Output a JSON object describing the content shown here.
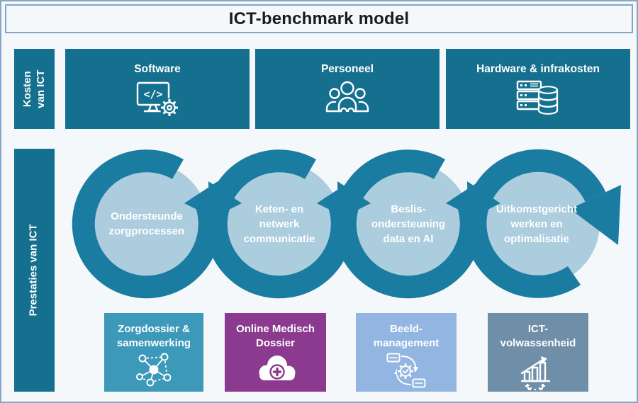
{
  "title": "ICT-benchmark model",
  "rows": {
    "kosten": {
      "label": "Kosten van ICT"
    },
    "prestaties": {
      "label": "Prestaties van ICT"
    }
  },
  "cost_boxes": [
    {
      "label": "Software",
      "icon": "monitor-code-gear-icon"
    },
    {
      "label": "Personeel",
      "icon": "people-group-icon"
    },
    {
      "label": "Hardware & infrakosten",
      "icon": "server-database-icon"
    }
  ],
  "cycles": [
    {
      "label": "Ondersteunde zorgprocessen"
    },
    {
      "label": "Keten- en netwerk communicatie"
    },
    {
      "label": "Beslis-ondersteuning data en AI"
    },
    {
      "label": "Uitkomstgericht werken en optimalisatie"
    }
  ],
  "performance_boxes": [
    {
      "label": "Zorgdossier & samenwerking",
      "color": "#3C99B9",
      "icon": "network-nodes-icon"
    },
    {
      "label": "Online Medisch Dossier",
      "color": "#8B3A8F",
      "icon": "medical-cloud-icon"
    },
    {
      "label": "Beeld-management",
      "color": "#92B6E1",
      "icon": "process-gear-icon"
    },
    {
      "label": "ICT-volwassenheid",
      "color": "#6F8FA9",
      "icon": "growth-chart-gear-icon"
    }
  ],
  "colors": {
    "teal_dark": "#15708F",
    "cycle_ring": "#1A7CA0",
    "cycle_inner": "#ABCDDE",
    "frame_border": "#87A5C4",
    "background": "#F5F8FB",
    "text_on_color": "#FFFFFF",
    "title_text": "#1B1B1B"
  }
}
